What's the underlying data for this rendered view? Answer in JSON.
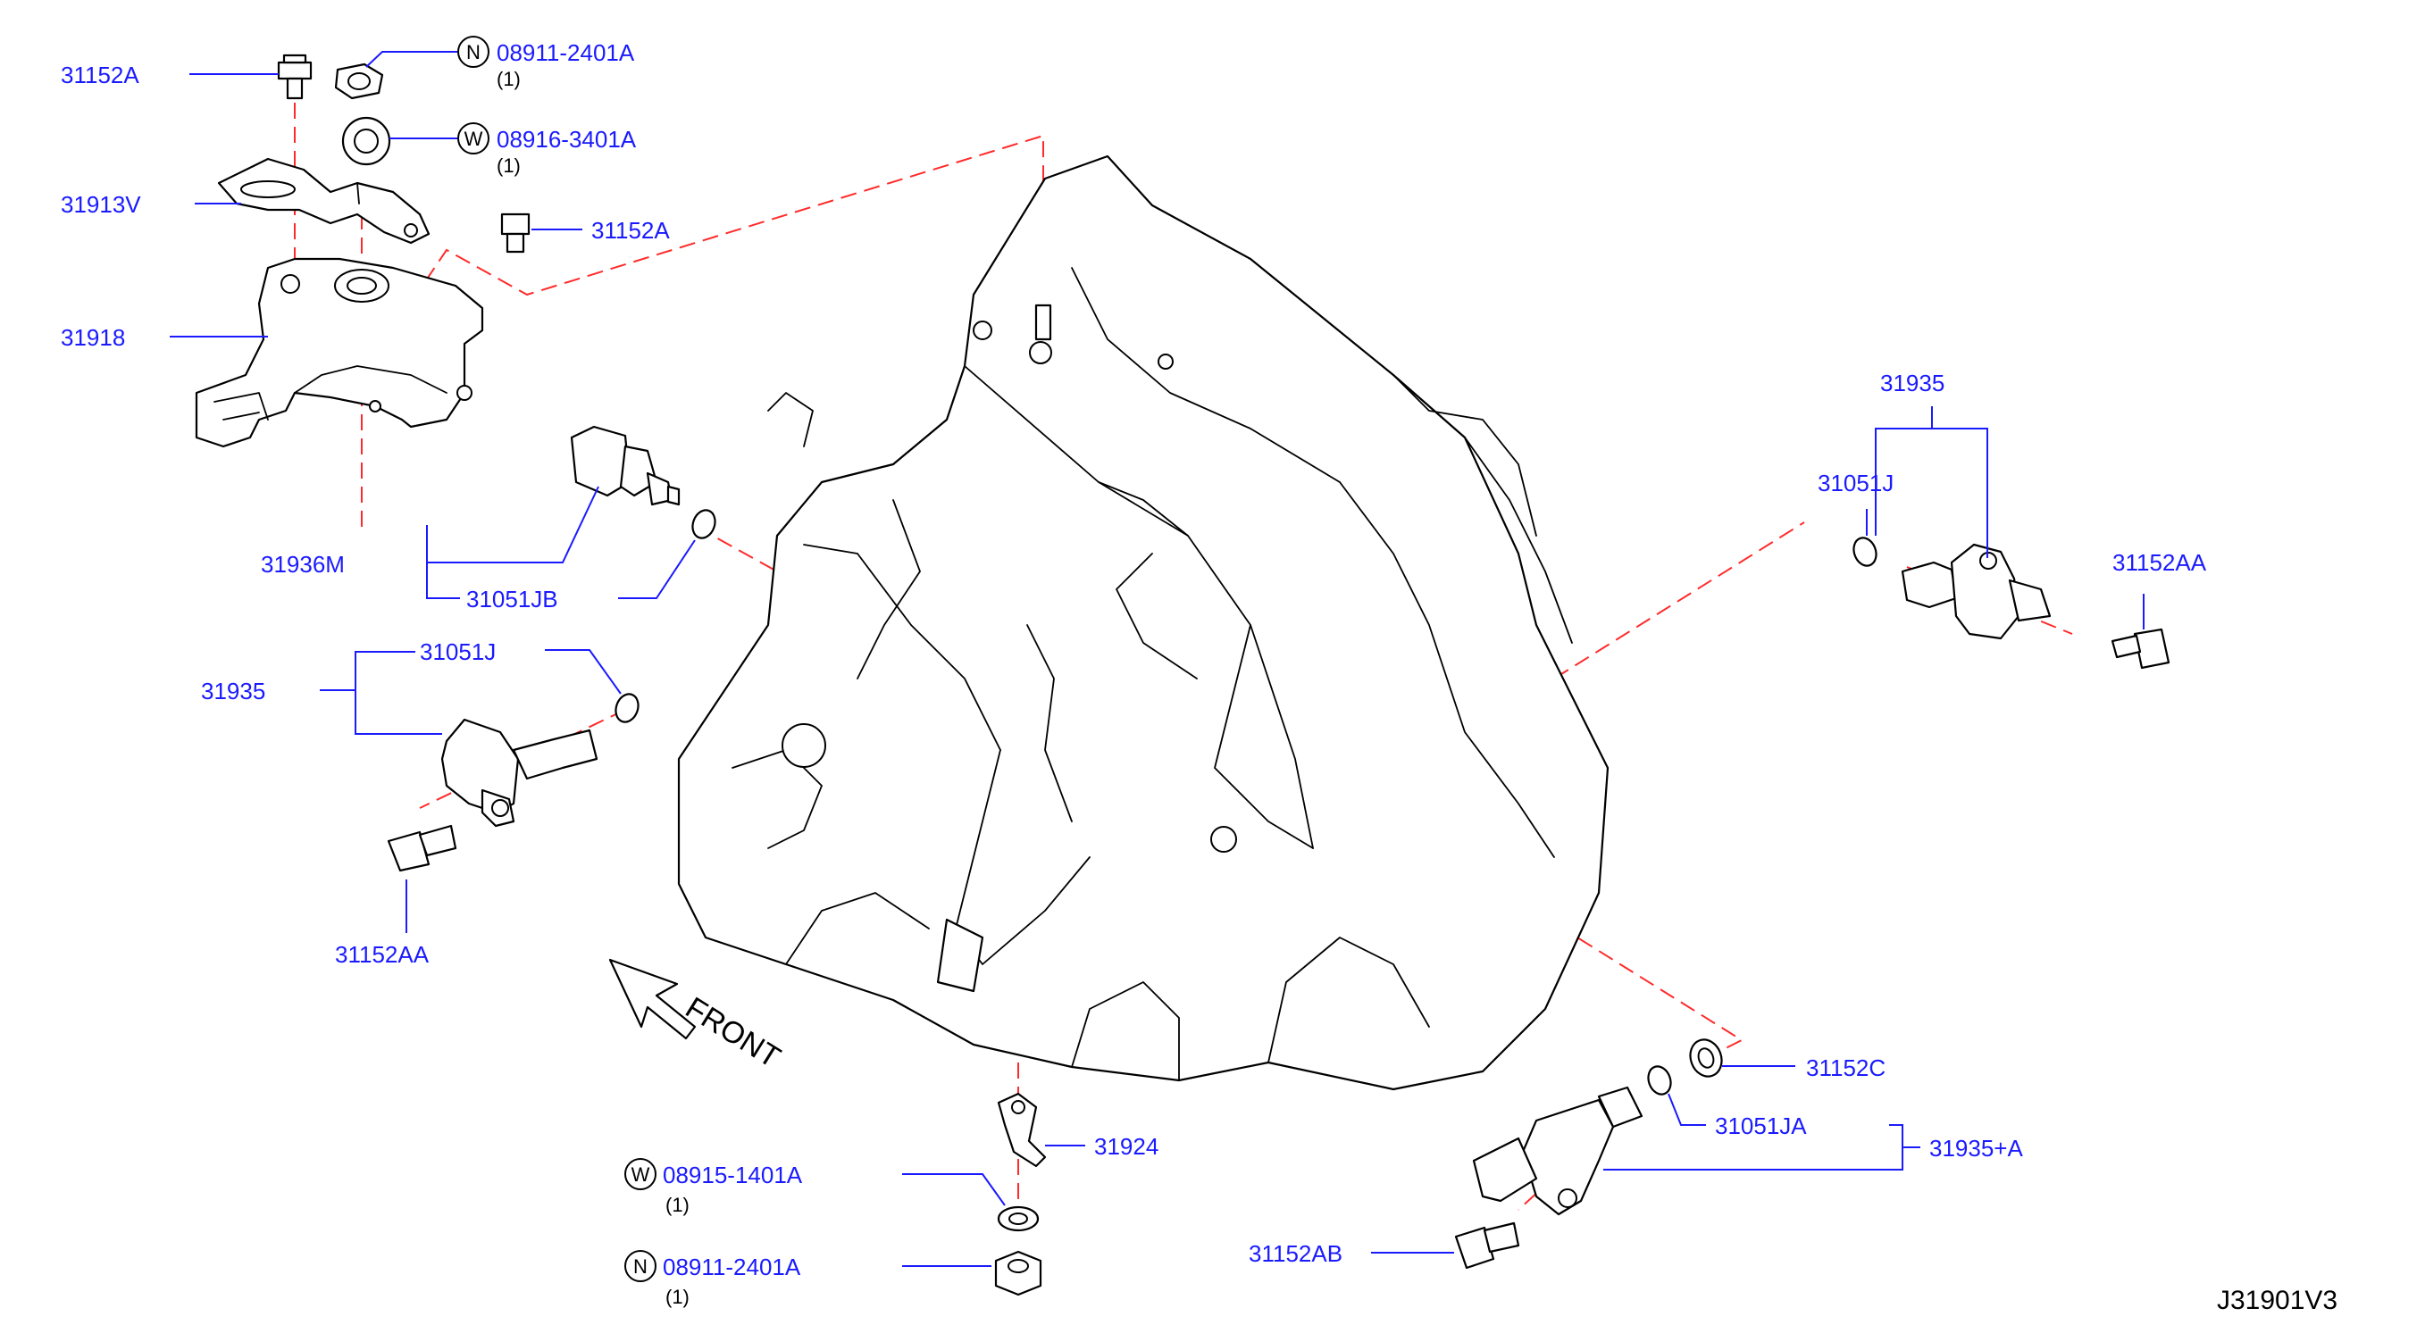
{
  "diagram": {
    "code": "J31901V3",
    "front_label": "FRONT",
    "labels": {
      "l31152a_top": "31152A",
      "l31913v": "31913V",
      "l31152a_mid": "31152A",
      "l31918": "31918",
      "l31936m": "31936M",
      "l31051jb": "31051JB",
      "l31935_left": "31935",
      "l31051j_left": "31051J",
      "l31152aa_left": "31152AA",
      "l31935_right": "31935",
      "l31051j_right": "31051J",
      "l31152aa_right": "31152AA",
      "l31924": "31924",
      "l08915": "08915-1401A",
      "l08911_bottom": "08911-2401A",
      "l31152c": "31152C",
      "l31051ja": "31051JA",
      "l31935a": "31935+A",
      "l31152ab": "31152AB",
      "l08911_top": "08911-2401A",
      "l08916": "08916-3401A"
    },
    "prefixes": {
      "n_top": "N",
      "w_top": "W",
      "w_bottom": "W",
      "n_bottom": "N"
    },
    "quantities": {
      "q08911_top": "(1)",
      "q08916": "(1)",
      "q08915": "(1)",
      "q08911_bottom": "(1)"
    },
    "colors": {
      "label_blue": "#1a1aff",
      "dash_red": "#ff2a2a",
      "line_black": "#000000"
    }
  }
}
